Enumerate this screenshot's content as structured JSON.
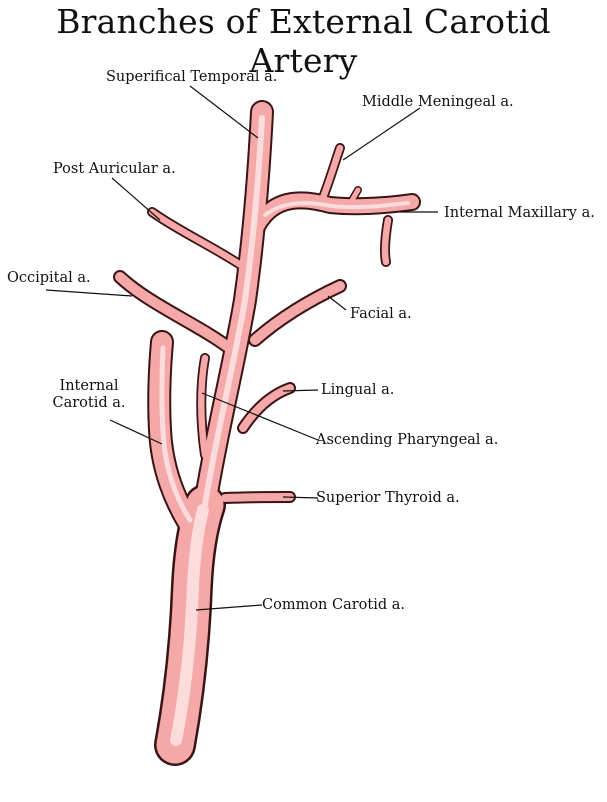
{
  "title": "Branches of External Carotid Artery",
  "colors": {
    "artery_fill": "#f5a8a8",
    "artery_highlight": "#fde4e4",
    "artery_outline": "#3a1414",
    "leader_line": "#111111"
  },
  "labels": {
    "superficial_temporal": "Superifical Temporal a.",
    "middle_meningeal": "Middle Meningeal a.",
    "post_auricular": "Post Auricular a.",
    "internal_maxillary": "Internal Maxillary a.",
    "occipital": "Occipital a.",
    "facial": "Facial a.",
    "internal_carotid_line1": "Internal",
    "internal_carotid_line2": "Carotid a.",
    "lingual": "Lingual a.",
    "ascending_pharyngeal": "Ascending Pharyngeal a.",
    "superior_thyroid": "Superior Thyroid a.",
    "common_carotid": "Common Carotid a."
  }
}
